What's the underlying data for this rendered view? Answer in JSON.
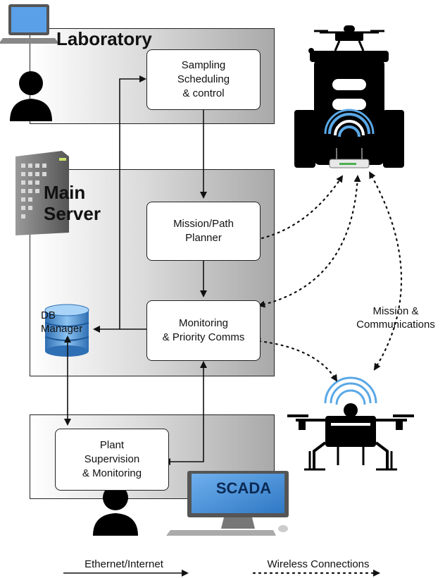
{
  "zones": {
    "laboratory": "Laboratory",
    "main_server": "Main\nServer"
  },
  "nodes": {
    "sampling": "Sampling\nScheduling\n& control",
    "mission_planner": "Mission/Path\nPlanner",
    "monitoring": "Monitoring\n& Priority Comms",
    "plant": "Plant\nSupervision\n& Monitoring",
    "db_manager": "DB\nManager"
  },
  "labels": {
    "mission_comms": "Mission &\nCommunications",
    "scada": "SCADA"
  },
  "legend": {
    "ethernet": "Ethernet/Internet",
    "wireless": "Wireless Connections"
  },
  "colors": {
    "wifi": "#5aa8e6",
    "scada_screen": "#4a90d9",
    "zone_border": "#222222"
  },
  "icons": [
    "laptop-icon",
    "person-icon",
    "server-icon",
    "database-icon",
    "ground-robot-icon",
    "drone-icon",
    "router-icon",
    "wifi-icon",
    "monitor-icon",
    "keyboard-icon",
    "mouse-icon"
  ]
}
